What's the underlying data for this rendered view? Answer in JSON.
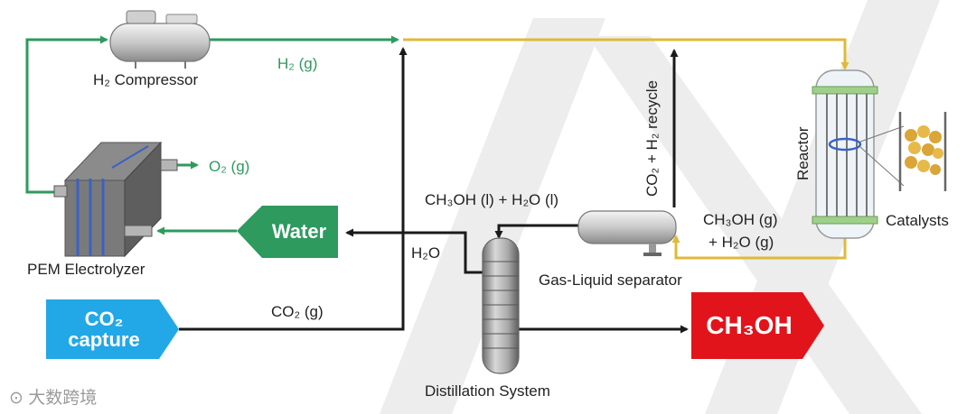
{
  "labels": {
    "h2_compressor": "H₂ Compressor",
    "h2_gas": "H₂ (g)",
    "o2_gas": "O₂ (g)",
    "pem_electrolyzer": "PEM Electrolyzer",
    "water": "Water",
    "co2_capture_line1": "CO₂",
    "co2_capture_line2": "capture",
    "co2_gas": "CO₂ (g)",
    "ch3oh_h2o_liquid": "CH₃OH (l) + H₂O (l)",
    "h2o": "H₂O",
    "recycle": "CO₂ + H₂ recycle",
    "gas_liquid_separator": "Gas-Liquid separator",
    "reactor": "Reactor",
    "catalysts": "Catalysts",
    "product_gas_line1": "CH₃OH (g)",
    "product_gas_line2": "+ H₂O (g)",
    "distillation_system": "Distillation System",
    "methanol_product": "CH₃OH",
    "watermark": "⊙ 大数跨境"
  },
  "colors": {
    "hydrogen_line": "#2e9a5e",
    "feed_line": "#e0b93a",
    "process_line": "#1a1a1a",
    "water_tag": "#2e9a5e",
    "co2_tag": "#22a8e6",
    "methanol_tag": "#e2141b"
  }
}
